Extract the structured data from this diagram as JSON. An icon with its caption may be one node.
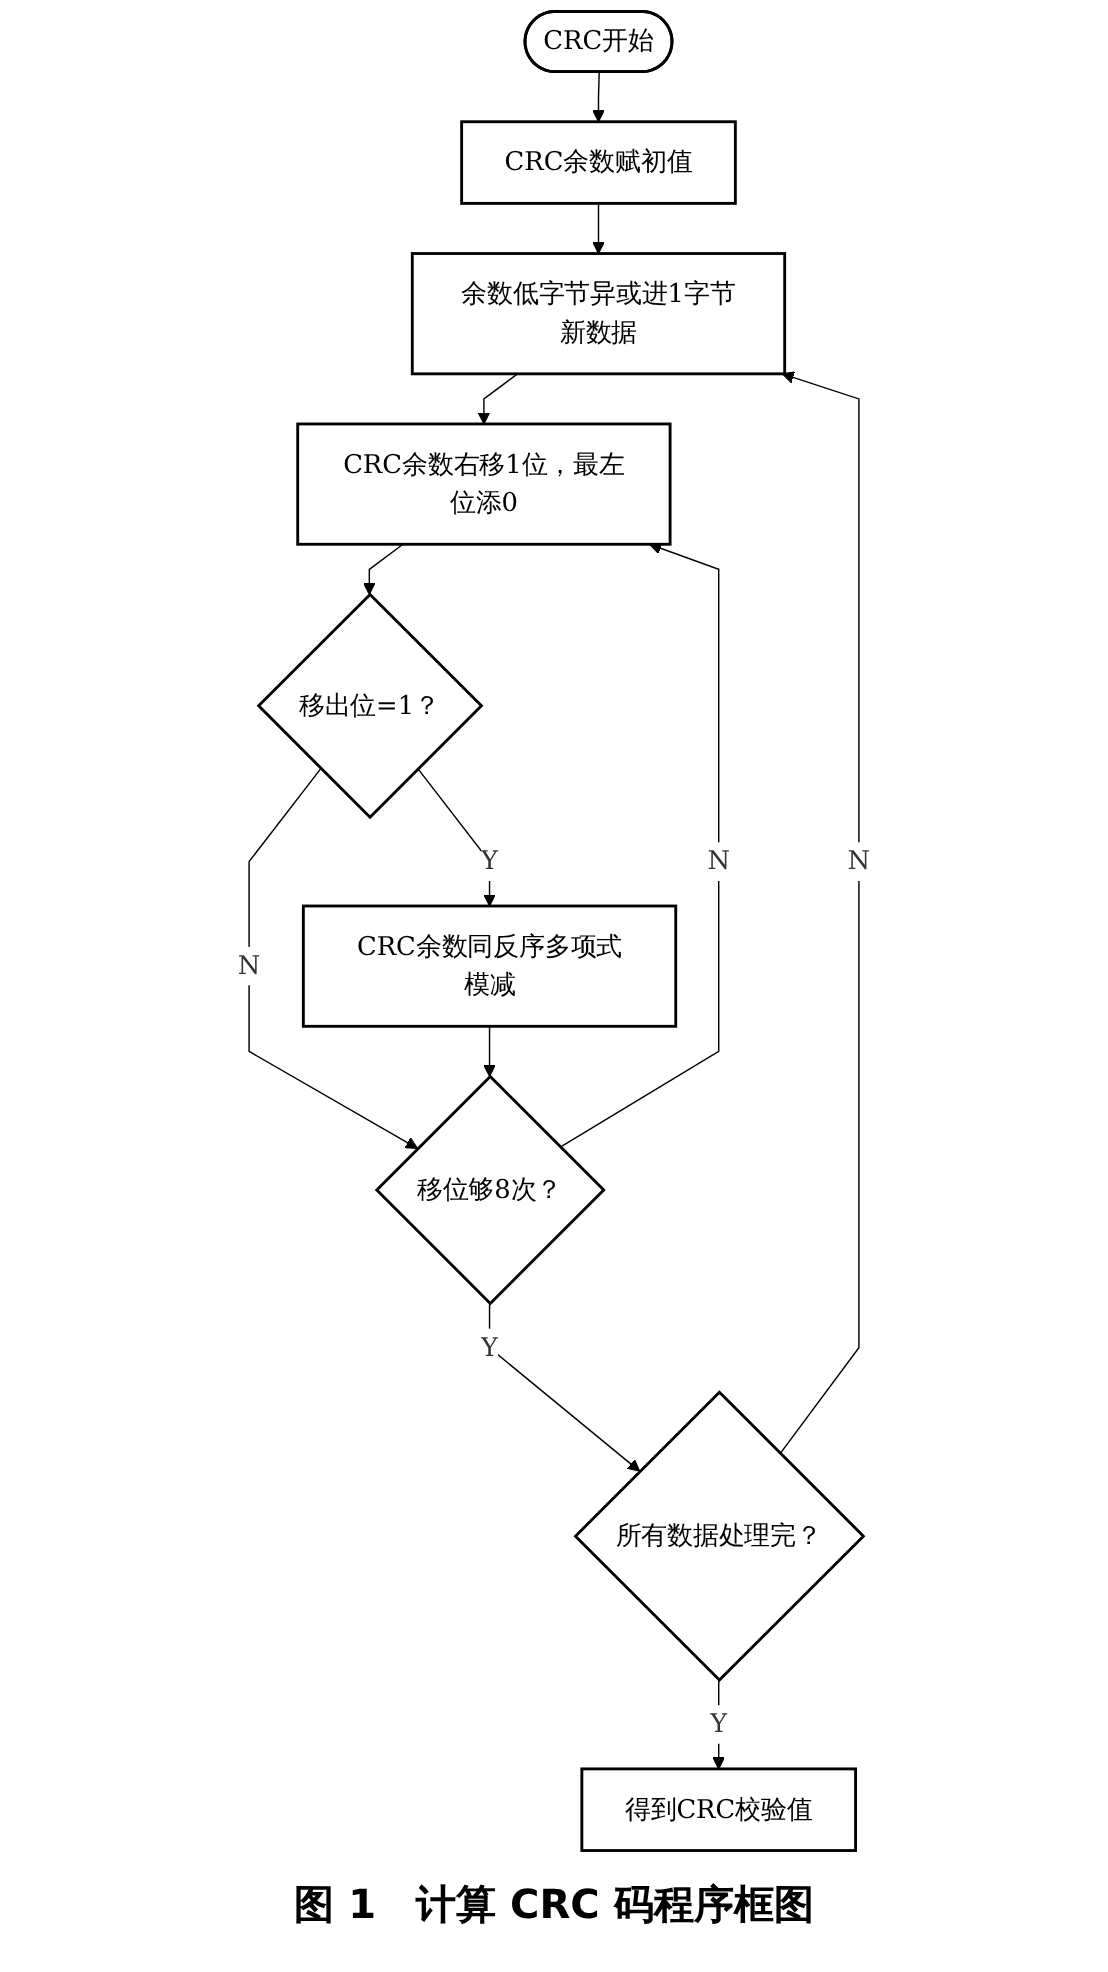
{
  "diagram": {
    "caption": "图 1　计算 CRC 码程序框图",
    "nodes": [
      {
        "text": [
          "CRC开始"
        ]
      },
      {
        "text": [
          "CRC余数赋初值"
        ]
      },
      {
        "text": [
          "余数低字节异或进1字节新数据"
        ]
      },
      {
        "text": [
          "CRC余数右移1位，最左位添0"
        ]
      },
      {
        "text": [
          "移出位=1？"
        ]
      },
      {
        "text": [
          "CRC余数同反序多项式模减"
        ]
      },
      {
        "text": [
          "移位够8次？"
        ]
      },
      {
        "text": [
          "所有数据处理完？"
        ]
      },
      {
        "text": [
          "得到CRC校验值"
        ]
      }
    ],
    "edges": [
      {
        "from": 0,
        "to": 1,
        "arrow": "to"
      },
      {
        "from": 1,
        "to": 2,
        "arrow": "to"
      },
      {
        "from": 2,
        "to": 3,
        "arrow": "to"
      },
      {
        "from": 3,
        "to": 4,
        "arrow": "to"
      },
      {
        "from": 4,
        "to": 5,
        "arrow": "to",
        "label": "Y"
      },
      {
        "from": 4,
        "to": 6,
        "arrow": "to",
        "label": "N"
      },
      {
        "from": 5,
        "to": 6,
        "arrow": "to"
      },
      {
        "from": 6,
        "to": 3,
        "arrow": "to",
        "label": "N"
      },
      {
        "from": 6,
        "to": 7,
        "arrow": "to",
        "label": "Y"
      },
      {
        "from": 7,
        "to": 2,
        "arrow": "to",
        "label": "N"
      },
      {
        "from": 7,
        "to": 8,
        "arrow": "to",
        "label": "Y"
      }
    ]
  }
}
